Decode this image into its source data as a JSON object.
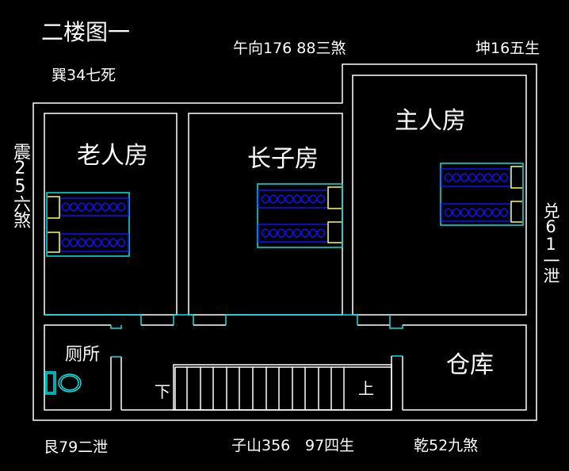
{
  "title": "二楼图一",
  "directions": {
    "top_center": "午向176  88三煞",
    "top_right": "坤16五生",
    "top_left": "巽34七死",
    "left": "震25六煞",
    "right": "兑61一泄",
    "bottom_left": "艮79二泄",
    "bottom_center_a": "子山356",
    "bottom_center_b": "97四生",
    "bottom_right": "乾52九煞"
  },
  "rooms": {
    "elder": "老人房",
    "eldest_son": "长子房",
    "master": "主人房",
    "toilet": "厕所",
    "storage": "仓库"
  },
  "stairs": {
    "down": "下",
    "up": "上"
  },
  "colors": {
    "wall": "#ffffff",
    "fixture": "#00e5e5",
    "bed": "#1010ff",
    "pillow": "#ffff40"
  }
}
